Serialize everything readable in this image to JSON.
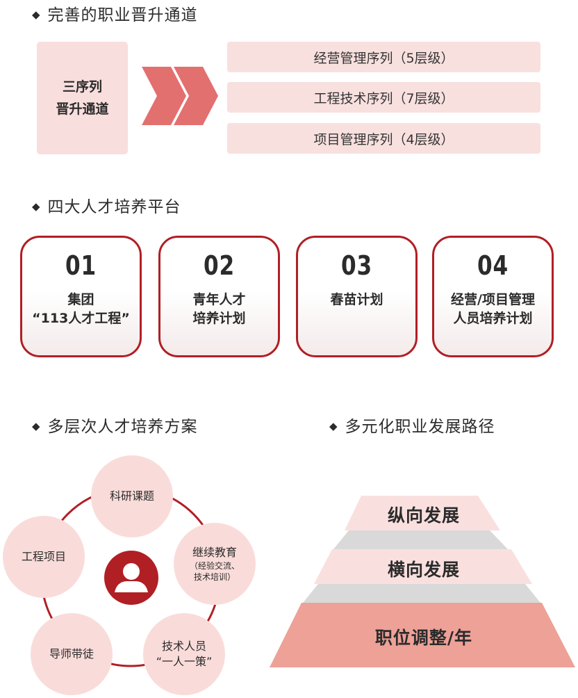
{
  "section1": {
    "title": "完善的职业晋升通道",
    "box_line1": "三序列",
    "box_line2": "晋升通道",
    "sequences": [
      "经营管理序列（5层级）",
      "工程技术序列（7层级）",
      "项目管理序列（4层级）"
    ]
  },
  "section2": {
    "title": "四大人才培养平台",
    "cards": [
      {
        "num": "01",
        "line1": "集团",
        "line2": "“113人才工程”"
      },
      {
        "num": "02",
        "line1": "青年人才",
        "line2": "培养计划"
      },
      {
        "num": "03",
        "line1": "春苗计划",
        "line2": ""
      },
      {
        "num": "04",
        "line1": "经营/项目管理",
        "line2": "人员培养计划"
      }
    ]
  },
  "section3": {
    "title": "多层次人才培养方案",
    "circles": {
      "research": "科研课题",
      "education": "继续教育",
      "education_sub1": "（经验交流、",
      "education_sub2": "技术培训）",
      "engineering": "工程项目",
      "mentor": "导师带徒",
      "tech_line1": "技术人员",
      "tech_line2": "“一人一策”"
    }
  },
  "section4": {
    "title": "多元化职业发展路径",
    "levels": [
      "纵向发展",
      "横向发展",
      "职位调整/年"
    ]
  },
  "colors": {
    "accent_red": "#b01f24",
    "light_pink": "#f8dedd",
    "chevron": "#e2706f",
    "pyramid_base": "#eda197"
  }
}
